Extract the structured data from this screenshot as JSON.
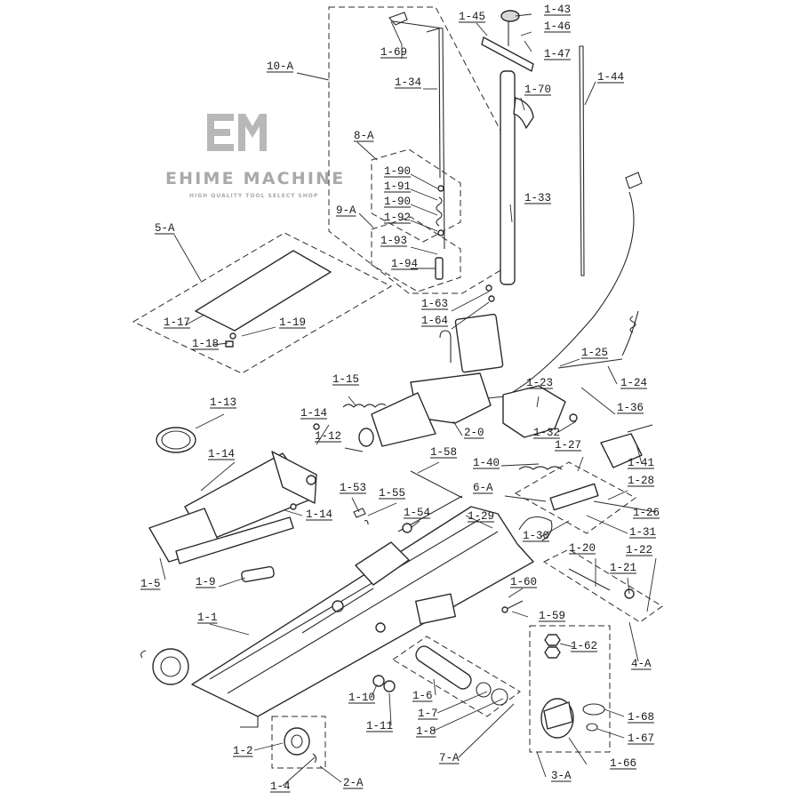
{
  "watermark": {
    "logo_text": "EM",
    "brand_name": "EHIME MACHINE",
    "tagline": "HIGH QUALITY TOOL SELECT SHOP",
    "color": "#a9a9a9"
  },
  "part_labels": [
    "10-A",
    "1-69",
    "1-34",
    "8-A",
    "1-90",
    "1-91",
    "1-90",
    "1-92",
    "9-A",
    "1-93",
    "1-94",
    "1-45",
    "1-43",
    "1-46",
    "1-47",
    "1-70",
    "1-33",
    "1-44",
    "5-A",
    "1-17",
    "1-18",
    "1-19",
    "1-63",
    "1-64",
    "1-25",
    "1-24",
    "1-36",
    "1-15",
    "1-23",
    "2-0",
    "1-32",
    "1-13",
    "1-14",
    "1-12",
    "1-14",
    "1-14",
    "1-58",
    "1-27",
    "1-41",
    "1-40",
    "6-A",
    "1-28",
    "1-26",
    "1-31",
    "1-53",
    "1-55",
    "1-54",
    "1-29",
    "1-30",
    "1-20",
    "1-22",
    "1-21",
    "1-5",
    "1-9",
    "1-60",
    "1-1",
    "1-59",
    "1-62",
    "4-A",
    "1-10",
    "1-6",
    "1-7",
    "1-68",
    "1-11",
    "1-8",
    "1-67",
    "7-A",
    "1-2",
    "1-66",
    "1-4",
    "2-A",
    "3-A"
  ]
}
